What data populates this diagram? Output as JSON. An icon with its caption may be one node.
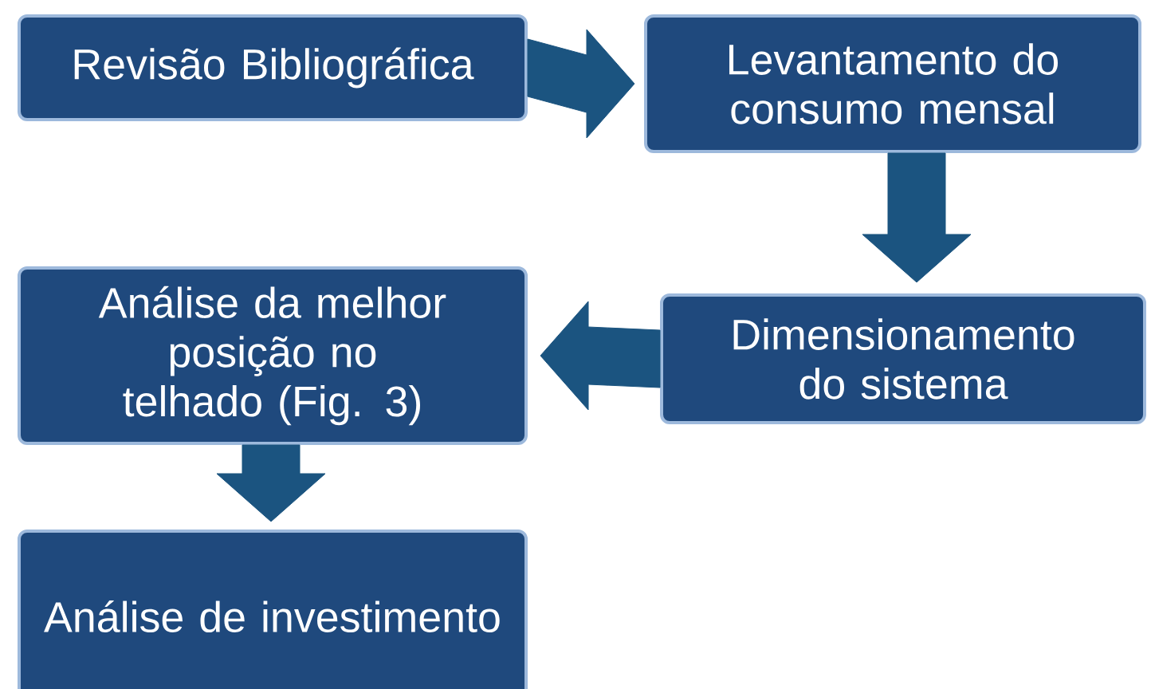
{
  "diagram": {
    "nodes": [
      {
        "text": [
          "Revisão Bibliográfica"
        ]
      },
      {
        "text": [
          "Levantamento do consumo mensal"
        ]
      },
      {
        "text": [
          "Análise da melhor posição no telhado (Fig. 3)"
        ]
      },
      {
        "text": [
          "Dimensionamento do sistema"
        ]
      },
      {
        "text": [
          "Análise de investimento"
        ]
      }
    ],
    "edges": [
      {
        "from": 0,
        "to": 1,
        "arrow": "to",
        "style": "thick"
      },
      {
        "from": 1,
        "to": 3,
        "arrow": "to",
        "style": "thick"
      },
      {
        "from": 3,
        "to": 2,
        "arrow": "to",
        "style": "thick"
      },
      {
        "from": 2,
        "to": 4,
        "arrow": "to",
        "style": "thick"
      }
    ]
  }
}
